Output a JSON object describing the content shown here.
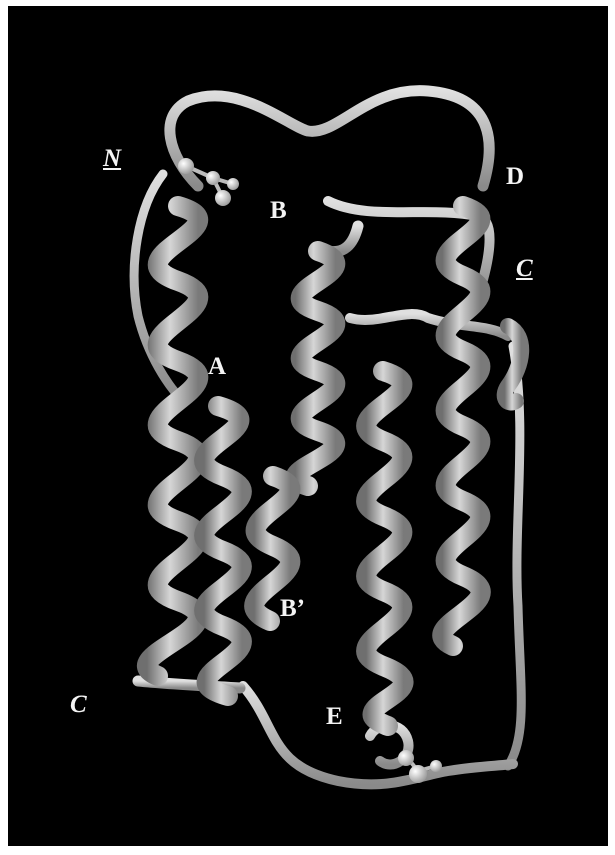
{
  "figure": {
    "background_color": "#000000",
    "ribbon_color": "#c9c9c9",
    "labels": {
      "n_term": "N",
      "c_term_left": "C",
      "c_term_right": "C",
      "helix_a": "A",
      "helix_b": "B",
      "helix_b_prime": "B’",
      "helix_d": "D",
      "helix_e": "E"
    }
  }
}
